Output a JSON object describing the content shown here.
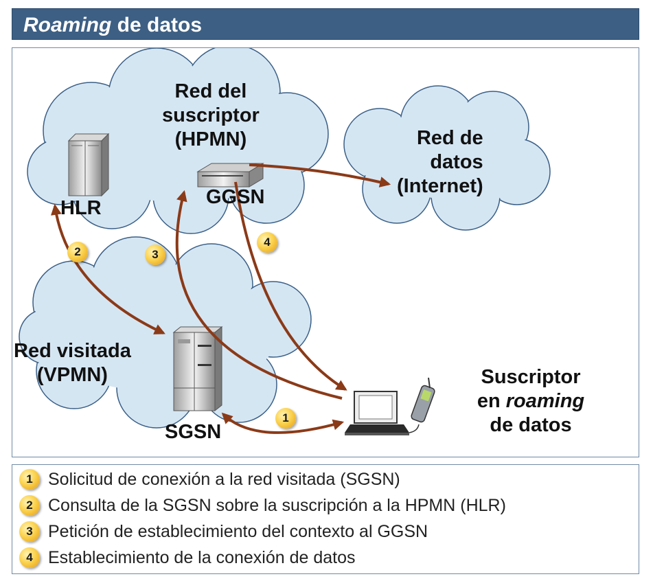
{
  "title": {
    "italic": "Roaming",
    "rest": " de datos"
  },
  "diagram": {
    "clouds": [
      {
        "lines": [
          "Red del",
          "suscriptor",
          "(HPMN)"
        ]
      },
      {
        "lines": [
          "Red de",
          "datos",
          "(Internet)"
        ]
      },
      {
        "lines": [
          "Red visitada",
          "(VPMN)"
        ]
      }
    ],
    "devices": {
      "hlr": "HLR",
      "ggsn": "GGSN",
      "sgsn": "SGSN",
      "subscriber": {
        "line1": "Suscriptor",
        "line2_prefix": "en ",
        "line2_italic": "roaming",
        "line3": "de datos"
      }
    },
    "step_badges": [
      "1",
      "2",
      "3",
      "4"
    ],
    "colors": {
      "arrow": "#8b3a18",
      "cloud_fill": "#d5e6f3",
      "cloud_stroke": "#3a5f86",
      "title_bar": "#3d5f84"
    }
  },
  "legend": [
    {
      "num": "1",
      "text": "Solicitud de conexión a la red visitada (SGSN)"
    },
    {
      "num": "2",
      "text": "Consulta de la SGSN sobre la suscripción a la HPMN (HLR)"
    },
    {
      "num": "3",
      "text": "Petición de establecimiento del contexto al GGSN"
    },
    {
      "num": "4",
      "text": "Establecimiento de la conexión de datos"
    }
  ]
}
